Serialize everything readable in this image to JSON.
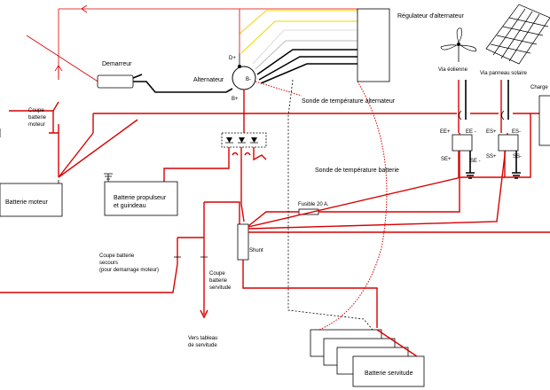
{
  "labels": {
    "regulateur": "Régulateur d'alternateur",
    "demarreur": "Demarreur",
    "alternateur": "Alternateur",
    "d_plus": "D+",
    "b_minus": "B-",
    "b_plus": "B+",
    "sonde_alternateur": "Sonde de température alternateur",
    "sonde_batterie": "Sonde de température batterie",
    "coupe_batterie_moteur": [
      "Coupe",
      "batterie",
      "moteur"
    ],
    "batterie_moteur": "Batterie moteur",
    "batterie_propulseur": [
      "Batterie propulseur",
      "et guindeau"
    ],
    "via_eolienne": "Via éolienne",
    "via_panneau": "Via panneau solaire",
    "chargeur": "Charge",
    "ee_plus": "EE+",
    "ee_minus": "EE -",
    "se_plus": "SE+",
    "se_minus": "SE -",
    "es_plus": "ES+",
    "es_minus": "ES-",
    "ss_plus": "SS+",
    "ss_minus": "SS-",
    "fusible": "Fusible 20 A.",
    "shunt": "Shunt",
    "coupe_secours": [
      "Coupe batterie",
      "secours",
      "(pour demarrage moteur)"
    ],
    "coupe_servitude": [
      "Coupe",
      "batterie",
      "servitude"
    ],
    "vers_tableau": [
      "Vers tableau",
      "de servitude"
    ],
    "batterie_servitude": "Batterie servitude"
  },
  "colors": {
    "positive_wire": "#d90000",
    "negative_wire": "#000000",
    "regulator_wires": [
      "#f2d400",
      "#e0e0e0",
      "#9a9a9a"
    ]
  }
}
